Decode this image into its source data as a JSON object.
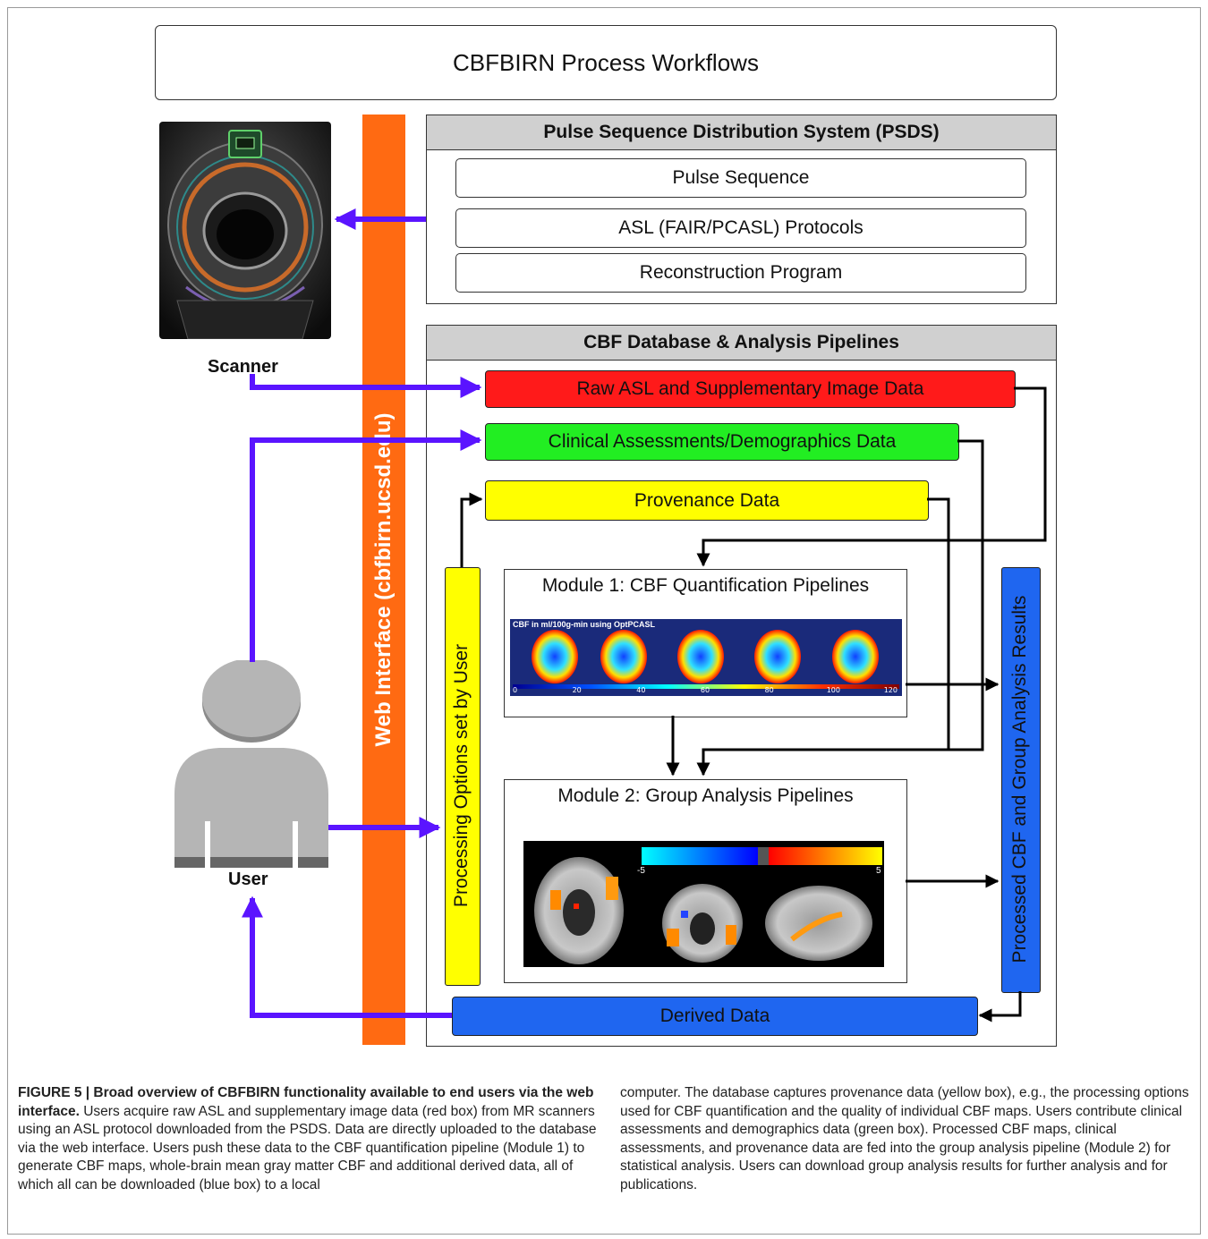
{
  "title": "CBFBIRN Process Workflows",
  "psds": {
    "header": "Pulse Sequence Distribution System (PSDS)",
    "items": [
      "Pulse Sequence",
      "ASL (FAIR/PCASL) Protocols",
      "Reconstruction Program"
    ]
  },
  "db": {
    "header": "CBF Database & Analysis Pipelines",
    "raw": "Raw ASL and Supplementary Image Data",
    "clinical": "Clinical Assessments/Demographics Data",
    "provenance": "Provenance Data",
    "derived": "Derived Data",
    "processing_options": "Processing Options set by User",
    "processed_results": "Processed CBF and Group Analysis Results"
  },
  "module1": {
    "title": "Module 1: CBF Quantification Pipelines",
    "image_caption": "CBF in ml/100g-min using OptPCASL",
    "scale_ticks": [
      "0",
      "20",
      "40",
      "60",
      "80",
      "100",
      "120"
    ]
  },
  "module2": {
    "title": "Module 2: Group Analysis Pipelines",
    "scale_min": "-5",
    "scale_max": "5"
  },
  "web_interface": "Web Interface (cbfbirn.ucsd.edu)",
  "scanner_label": "Scanner",
  "user_label": "User",
  "caption": {
    "bold": "FIGURE 5 | Broad overview of CBFBIRN functionality available to end users via the web interface.",
    "col1": "Users acquire raw ASL and supplementary image data (red box) from MR scanners using an ASL protocol downloaded from the PSDS. Data are directly uploaded to the database via the web interface. Users push these data to the CBF quantification pipeline (Module 1) to generate CBF maps, whole-brain mean gray matter CBF and additional derived data, all of which all can be downloaded (blue box) to a local",
    "col2": "computer. The database captures provenance data (yellow box), e.g., the processing options used for CBF quantification and the quality of individual CBF maps. Users contribute clinical assessments and demographics data (green box). Processed CBF maps, clinical assessments, and provenance data are fed into the group analysis pipeline (Module 2) for statistical analysis. Users can download group analysis results for further analysis and for publications."
  },
  "colors": {
    "web_bar": "#ff6a12",
    "arrow_purple": "#5a14ff",
    "raw": "#ff1a1a",
    "clinical": "#22ee22",
    "provenance": "#ffff00",
    "derived": "#1f66f0",
    "user_gray": "#b5b5b5"
  }
}
